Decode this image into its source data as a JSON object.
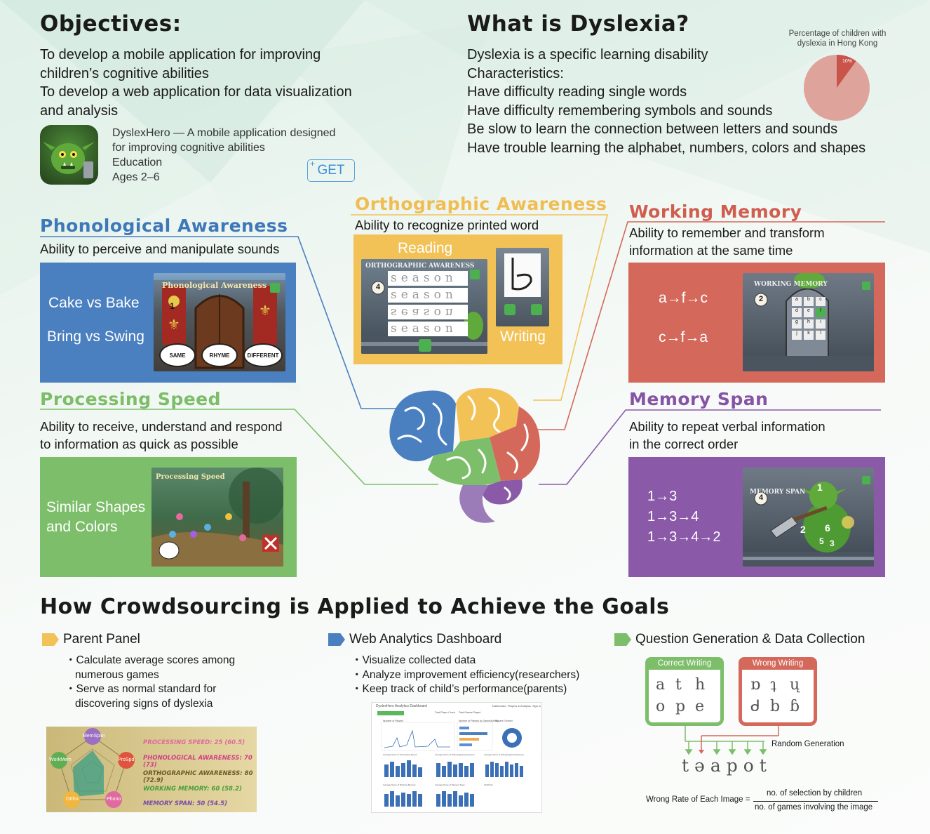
{
  "objectives": {
    "title": "Objectives:",
    "lines": [
      "To develop a mobile application for improving",
      "children’s cognitive abilities",
      "To develop a web application for data visualization",
      "and analysis"
    ]
  },
  "app": {
    "name_line": "DyslexHero — A mobile application designed",
    "desc_line": "for improving cognitive abilities",
    "category": "Education",
    "ages": "Ages 2–6",
    "get_plus": "+",
    "get_label": "GET"
  },
  "dyslexia": {
    "title": "What is Dyslexia?",
    "lines": [
      "Dyslexia is a specific learning disability",
      "Characteristics:",
      "Have difficulty reading single words",
      "Have difficulty remembering symbols and sounds",
      "Be slow to learn the connection between letters and sounds",
      "Have trouble learning the alphabet, numbers, colors and shapes"
    ],
    "pie": {
      "title_line1": "Percentage of children with",
      "title_line2": "dyslexia in Hong Kong",
      "slice_label": "10%",
      "value": 10
    }
  },
  "colors": {
    "blue": "#4a7fc0",
    "yellow": "#f2c257",
    "red": "#d4685b",
    "green": "#7dbe6a",
    "purple": "#8a5aa8",
    "title_blue": "#3f78b8",
    "title_yellow": "#f0bd52",
    "title_red": "#cf5e4f",
    "title_green": "#7cbd68",
    "title_purple": "#8554a5"
  },
  "phonological": {
    "title": "Phonological Awareness",
    "desc": "Ability to perceive and manipulate sounds",
    "pairs": [
      "Cake vs Bake",
      "Bring vs Swing"
    ],
    "game_title": "Phonological Awareness",
    "bubbles": [
      "SAME",
      "RHYME",
      "DIFFERENT"
    ],
    "badge": "1"
  },
  "orthographic": {
    "title": "Orthographic Awareness",
    "desc": "Ability to recognize printed word",
    "reading_label": "Reading",
    "writing_label": "Writing",
    "game_title": "ORTHOGRAPHIC AWARENESS",
    "words": [
      "season",
      "season",
      "season",
      "season"
    ],
    "badge": "4"
  },
  "working": {
    "title": "Working Memory",
    "desc_line1": "Ability to remember and transform",
    "desc_line2": "information at the same time",
    "seq1": "a→f→c",
    "seq2": "c→f→a",
    "game_title": "WORKING MEMORY",
    "badge": "2",
    "keys": [
      "a",
      "b",
      "c",
      "d",
      "e",
      "f",
      "g",
      "h",
      "i",
      "j",
      "k",
      "l"
    ]
  },
  "processing": {
    "title": "Processing Speed",
    "desc_line1": "Ability to receive, understand and respond",
    "desc_line2": "to information as quick as possible",
    "label_line1": "Similar Shapes",
    "label_line2": "and Colors",
    "game_title": "Processing Speed"
  },
  "memspan": {
    "title": "Memory Span",
    "desc_line1": "Ability to repeat verbal information",
    "desc_line2": "in the correct order",
    "seqs": [
      "1→3",
      "1→3→4",
      "1→3→4→2"
    ],
    "game_title": "MEMORY SPAN",
    "badge": "4",
    "ogre_numbers": [
      "1",
      "2",
      "6",
      "5",
      "3"
    ]
  },
  "crowd": {
    "title": "How Crowdsourcing is Applied to Achieve the Goals",
    "parent": {
      "label": "Parent Panel",
      "bullets": [
        "・Calculate average scores among",
        "numerous games",
        "・Serve as normal standard for",
        "discovering signs of dyslexia"
      ],
      "scores": [
        "PROCESSING SPEED: 25 (60.5)",
        "PHONOLOGICAL AWARENESS: 70 (73)",
        "ORTHOGRAPHIC AWARENESS: 80 (72.9)",
        "WORKING MEMORY: 60 (58.2)",
        "MEMORY SPAN: 50 (54.5)"
      ],
      "radar_labels": [
        "MemSpan",
        "ProSpd",
        "Phono",
        "Ortho",
        "WorkMem"
      ]
    },
    "dashboard": {
      "label": "Web Analytics Dashboard",
      "bullets": [
        "・Visualize collected data",
        "・Analyze improvement efficiency(researchers)",
        "・Keep track of child’s performance(parents)"
      ],
      "screen_title": "DyslexHero Analytics Dashboard",
      "nav": [
        "Dashboard",
        "Players & Analysis",
        "Sign in"
      ],
      "cards": [
        "Number of Players",
        "Total Player Count",
        "Total Games Played",
        "Number of Players by Game/Activity",
        "Players’ Gender"
      ],
      "chart_titles": [
        "Average Score of Processing Speed",
        "Average Score of Phonological Awareness",
        "Average Score of Orthographic Awareness",
        "Average Score of Working Memory",
        "Average Score of Memory Span",
        "Child Info"
      ]
    },
    "question": {
      "label": "Question Generation & Data Collection",
      "correct_label": "Correct Writing",
      "wrong_label": "Wrong Writing",
      "correct_letters": [
        "a",
        "t",
        "h",
        "o",
        "p",
        "e"
      ],
      "wrong_letters": [
        "ɒ",
        "ʇ",
        "ų",
        "ᑯ",
        "b",
        "ɓ"
      ],
      "random_label": "Random Generation",
      "word_letters": [
        "t",
        "ə",
        "a",
        "p",
        "o",
        "t"
      ],
      "formula_lhs": "Wrong Rate of Each Image =",
      "formula_num": "no. of selection by children",
      "formula_den": "no. of games involving the image"
    }
  }
}
